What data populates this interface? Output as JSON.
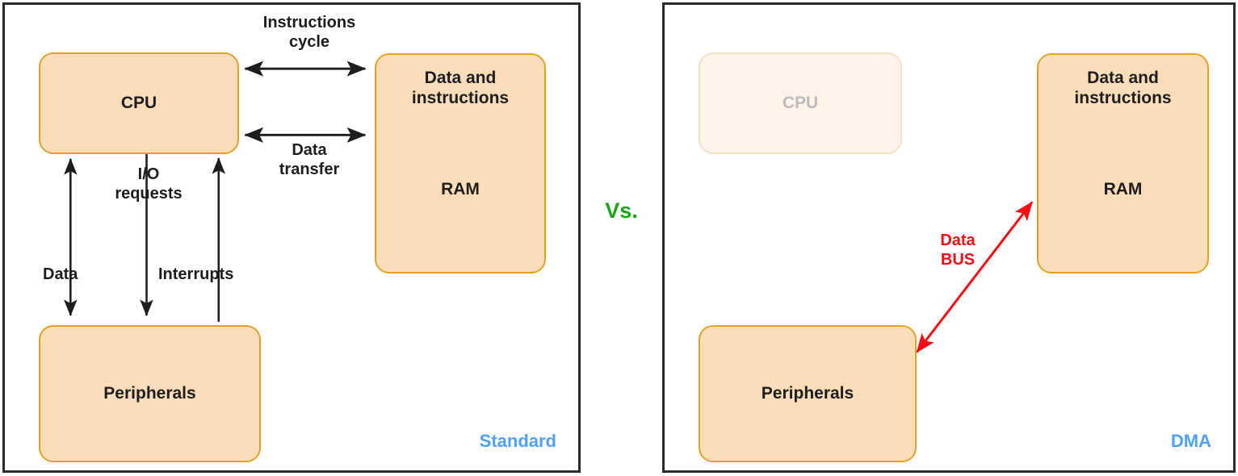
{
  "diagram": {
    "versus_label": "Vs.",
    "colors": {
      "node_fill": "#FBDDB9",
      "node_border": "#E0A325",
      "node_fill_faded": "#FDF3EA",
      "node_text_faded": "#BBBBBB",
      "arrow_black": "#1d1d1d",
      "arrow_red": "#FA0A12",
      "caption_blue": "#4FA0F7",
      "versus_green": "#19A519",
      "frame": "#2b2b2b"
    }
  },
  "panels": [
    {
      "id": "standard",
      "caption": "Standard",
      "nodes": {
        "cpu": {
          "label": "CPU"
        },
        "ram": {
          "top_label": "Data and\ninstructions",
          "mid_label": "RAM"
        },
        "peripherals": {
          "label": "Peripherals"
        }
      },
      "edges": [
        {
          "name": "instructions-cycle",
          "label": "Instructions\ncycle",
          "from": "CPU",
          "to": "RAM",
          "direction": "bidirectional",
          "color": "#1d1d1d"
        },
        {
          "name": "data-transfer",
          "label": "Data\ntransfer",
          "from": "CPU",
          "to": "RAM",
          "direction": "bidirectional",
          "color": "#1d1d1d"
        },
        {
          "name": "data",
          "label": "Data",
          "from": "CPU",
          "to": "Peripherals",
          "direction": "bidirectional",
          "color": "#1d1d1d"
        },
        {
          "name": "io-requests",
          "label": "I/O\nrequests",
          "from": "CPU",
          "to": "Peripherals",
          "direction": "down",
          "color": "#1d1d1d"
        },
        {
          "name": "interrupts",
          "label": "Interrupts",
          "from": "Peripherals",
          "to": "CPU",
          "direction": "up",
          "color": "#1d1d1d"
        }
      ]
    },
    {
      "id": "dma",
      "caption": "DMA",
      "nodes": {
        "cpu": {
          "label": "CPU",
          "state": "faded"
        },
        "ram": {
          "top_label": "Data and\ninstructions",
          "mid_label": "RAM"
        },
        "peripherals": {
          "label": "Peripherals"
        }
      },
      "edges": [
        {
          "name": "data-bus",
          "label": "Data\nBUS",
          "from": "Peripherals",
          "to": "RAM",
          "direction": "bidirectional",
          "color": "#FA0A12"
        }
      ]
    }
  ]
}
